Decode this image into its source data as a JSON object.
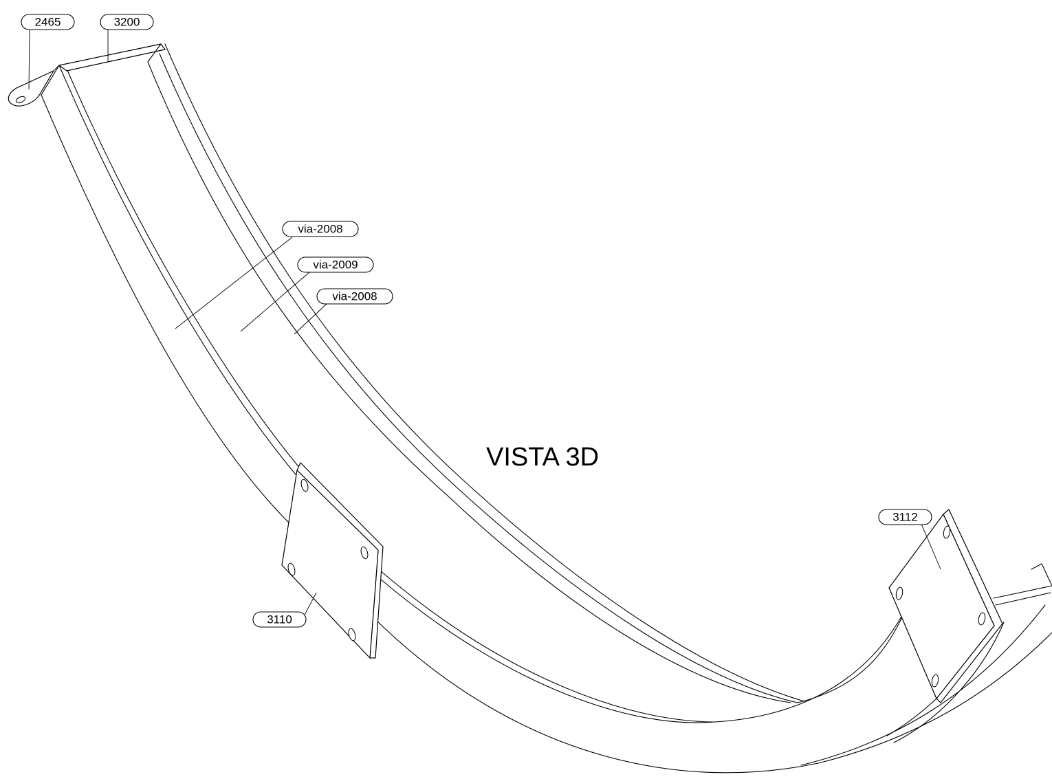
{
  "view_title": "VISTA 3D",
  "callouts": {
    "c2465": "2465",
    "c3200": "3200",
    "c2008a": "via-2008",
    "c2009": "via-2009",
    "c2008b": "via-2008",
    "c3110": "3110",
    "c3112": "3112"
  }
}
